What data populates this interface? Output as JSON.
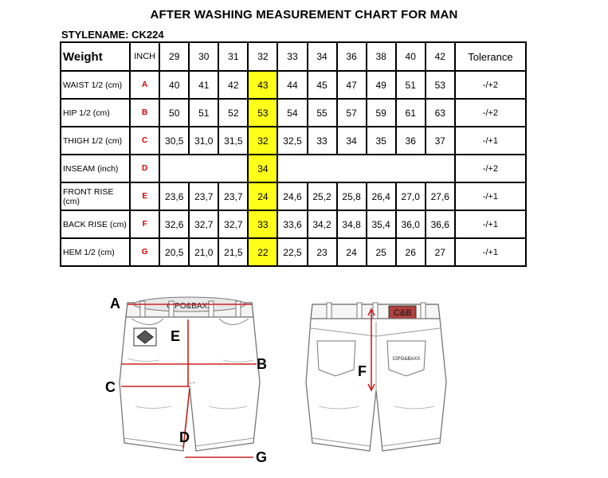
{
  "title": "AFTER WASHING MEASUREMENT CHART FOR MAN",
  "style_name": "STYLENAME: CK224",
  "table": {
    "weight_label": "Weight",
    "inch_label": "INCH",
    "sizes": [
      "29",
      "30",
      "31",
      "32",
      "33",
      "34",
      "36",
      "38",
      "40",
      "42"
    ],
    "tolerance_label": "Tolerance",
    "highlight_size": "32",
    "rows": [
      {
        "label": "WAIST 1/2 (cm)",
        "code": "A",
        "values": [
          "40",
          "41",
          "42",
          "43",
          "44",
          "45",
          "47",
          "49",
          "51",
          "53"
        ],
        "tolerance": "-/+2"
      },
      {
        "label": "HIP 1/2 (cm)",
        "code": "B",
        "values": [
          "50",
          "51",
          "52",
          "53",
          "54",
          "55",
          "57",
          "59",
          "61",
          "63"
        ],
        "tolerance": "-/+2"
      },
      {
        "label": "THIGH 1/2 (cm)",
        "code": "C",
        "values": [
          "30,5",
          "31,0",
          "31,5",
          "32",
          "32,5",
          "33",
          "34",
          "35",
          "36",
          "37"
        ],
        "tolerance": "-/+1"
      },
      {
        "label": "INSEAM (inch)",
        "code": "D",
        "single_value": "34",
        "tolerance": "-/+2"
      },
      {
        "label": "FRONT RISE (cm)",
        "code": "E",
        "values": [
          "23,6",
          "23,7",
          "23,7",
          "24",
          "24,6",
          "25,2",
          "25,8",
          "26,4",
          "27,0",
          "27,6"
        ],
        "tolerance": "-/+1"
      },
      {
        "label": "BACK RISE (cm)",
        "code": "F",
        "values": [
          "32,6",
          "32,7",
          "32,7",
          "33",
          "33,6",
          "34,2",
          "34,8",
          "35,4",
          "36,0",
          "36,6"
        ],
        "tolerance": "-/+1"
      },
      {
        "label": "HEM 1/2  (cm)",
        "code": "G",
        "values": [
          "20,5",
          "21,0",
          "21,5",
          "22",
          "22,5",
          "23",
          "24",
          "25",
          "26",
          "27"
        ],
        "tolerance": "-/+1"
      }
    ]
  },
  "figures": {
    "front_brand": "CIPO&BAXX",
    "back_patch": "C&B",
    "back_pocket_brand": "CIPO&BAXX",
    "letters": [
      "A",
      "B",
      "C",
      "D",
      "E",
      "F",
      "G"
    ],
    "highlight_color": "#ffff1a",
    "code_color": "#d20000",
    "measure_color": "#cc2222"
  }
}
